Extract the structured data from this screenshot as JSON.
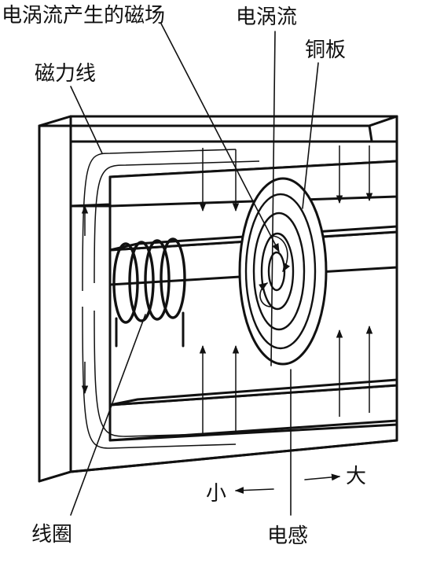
{
  "labels": {
    "eddy_field": "电涡流产生的磁场",
    "eddy_current": "电涡流",
    "copper_plate": "铜板",
    "flux_lines": "磁力线",
    "coil": "线圈",
    "inductance": "电感",
    "small": "小",
    "large": "大"
  },
  "icons": {
    "arrow": "arrowhead"
  }
}
